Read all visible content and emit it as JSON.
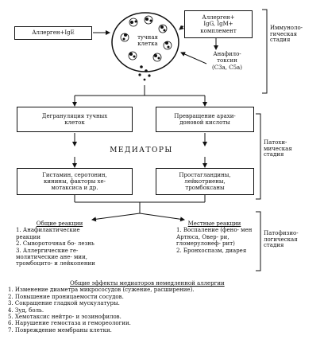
{
  "top": {
    "allergen_ige": "Аллерген+IgE",
    "allergen_igg": [
      "Аллерген+",
      "IgG, IgM+",
      "комплемент"
    ],
    "mast_cell": [
      "тучная",
      "клетка"
    ],
    "anaphylatoxins": [
      "Анафило-",
      "токсин",
      "(C3a, C5a)"
    ]
  },
  "middle": {
    "degranulation": [
      "Дегрануляция тучных",
      "клеток"
    ],
    "arachidonic": [
      "Превращение арахи-",
      "доновой кислоты"
    ],
    "mediators": "МЕДИАТОРЫ",
    "mediators_left": [
      "Гистамин, серотонин,",
      "кинины, факторы хе-",
      "мотаксиса и др."
    ],
    "mediators_right": [
      "Простагландины,",
      "лейкотриены,",
      "тромбоксаны"
    ]
  },
  "general_reactions": {
    "title": "Общие реакции",
    "items": [
      "1. Анафилактические реакции",
      "2. Сывороточная бо- лезнь",
      "3. Аллергические ге- молитические ане- мии, тромбоцито- и лейкопении"
    ]
  },
  "local_reactions": {
    "title": "Местные реакции",
    "items": [
      "1. Воспаление (фено- мен Артюса, Овер- ри, гломерулонеф- рит)",
      "2. Бронхоспазм, диарея"
    ]
  },
  "stages": {
    "immunological": [
      "Иммуноло-",
      "гическая",
      "стадия"
    ],
    "pathochemical": [
      "Патохи-",
      "мическая",
      "стадия"
    ],
    "pathophysiological": [
      "Патофизио-",
      "логическая",
      "стадия"
    ]
  },
  "effects": {
    "title": "Общие эффекты медиаторов немедленной аллергии",
    "items": [
      "1. Изменение диаметра микрососудов (сужение, расширение).",
      "2. Повышение проницаемости сосудов.",
      "3. Сокращение гладкой мускулатуры.",
      "4. Зуд, боль.",
      "5. Хемотаксис нейтро- и эозинофилов.",
      "6. Нарушение гемостаза и гемореологии.",
      "7. Повреждение мембраны клетки."
    ]
  }
}
